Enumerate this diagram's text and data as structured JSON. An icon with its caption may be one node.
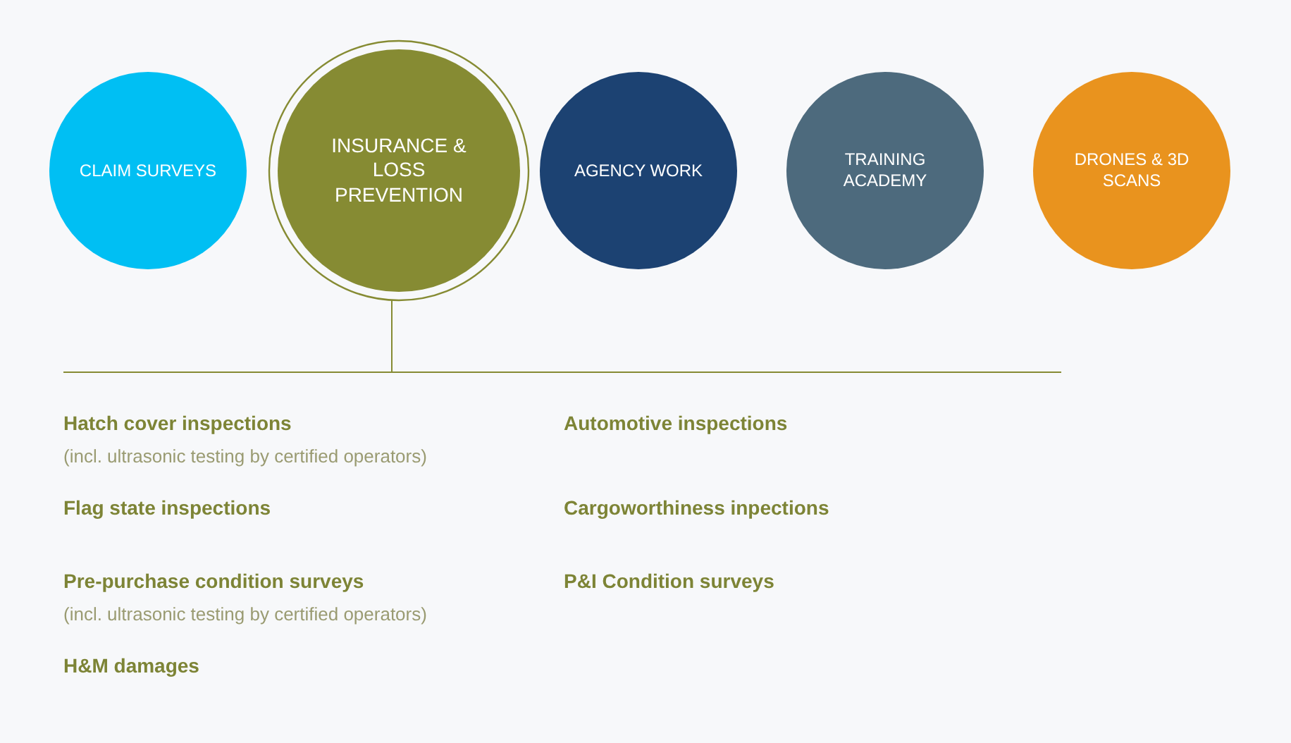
{
  "diagram": {
    "nodes": [
      {
        "text": [
          "CLAIM SURVEYS"
        ]
      },
      {
        "text": [
          "INSURANCE & LOSS PREVENTION"
        ]
      },
      {
        "text": [
          "AGENCY WORK"
        ]
      },
      {
        "text": [
          "TRAINING ACADEMY"
        ]
      },
      {
        "text": [
          "DRONES & 3D SCANS"
        ]
      }
    ],
    "labels": [
      "Hatch cover inspections",
      "Automotive inspections",
      "(incl. ultrasonic testing by certified operators)",
      "Flag state inspections",
      "Cargoworthiness inpections",
      "Pre-purchase condition surveys",
      "P&I Condition surveys",
      "(incl. ultrasonic testing by certified operators)",
      "H&M damages"
    ]
  }
}
